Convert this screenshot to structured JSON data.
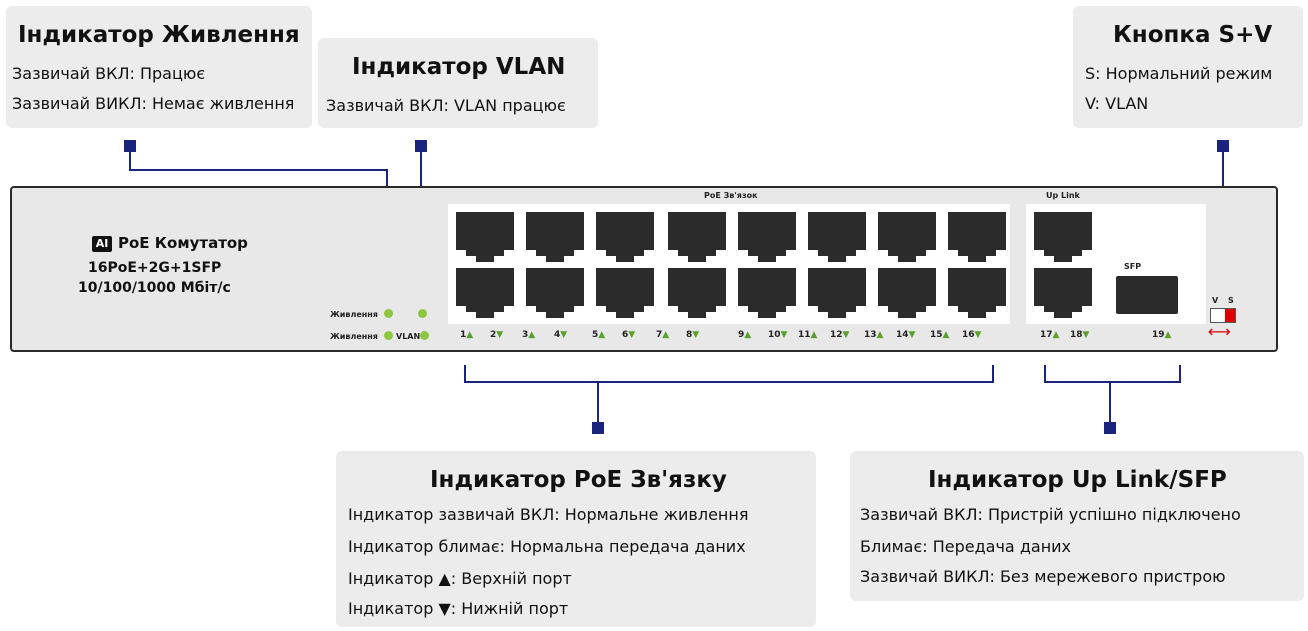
{
  "callouts": {
    "power": {
      "title": "Індикатор Живлення",
      "lines": [
        "Зазвичай ВКЛ: Працює",
        "Зазвичай ВИКЛ: Немає живлення"
      ]
    },
    "vlan": {
      "title": "Індикатор VLAN",
      "lines": [
        "Зазвичай ВКЛ: VLAN працює"
      ]
    },
    "sv_button": {
      "title": "Кнопка S+V",
      "lines": [
        "S: Нормальний режим",
        "V: VLAN"
      ]
    },
    "poe_link": {
      "title": "Індикатор PoE Зв'язку",
      "lines": [
        "Індикатор зазвичай ВКЛ: Нормальне живлення",
        "Індикатор блимає: Нормальна передача даних",
        "Індикатор ▲: Верхній порт",
        "Індикатор ▼: Нижній порт"
      ]
    },
    "uplink": {
      "title": "Індикатор Up Link/SFP",
      "lines": [
        "Зазвичай ВКЛ: Пристрій успішно підключено",
        "Блимає: Передача даних",
        "Зазвичай ВИКЛ: Без мережевого пристрою"
      ]
    }
  },
  "device": {
    "logo": "AI",
    "name": "PoE Комутатор",
    "model": "16PoE+2G+1SFP",
    "speed": "10/100/1000 Мбіт/с",
    "led_label_1": "Живлення",
    "led_label_2": "Живлення",
    "led_label_vlan": "VLAN",
    "poe_group_label": "PoE Зв'язок",
    "uplink_group_label": "Up Link",
    "sfp_label": "SFP",
    "switch_v": "V",
    "switch_s": "S",
    "ports": [
      {
        "num": "1",
        "arrow": "▲"
      },
      {
        "num": "2",
        "arrow": "▼"
      },
      {
        "num": "3",
        "arrow": "▲"
      },
      {
        "num": "4",
        "arrow": "▼"
      },
      {
        "num": "5",
        "arrow": "▲"
      },
      {
        "num": "6",
        "arrow": "▼"
      },
      {
        "num": "7",
        "arrow": "▲"
      },
      {
        "num": "8",
        "arrow": "▼"
      },
      {
        "num": "9",
        "arrow": "▲"
      },
      {
        "num": "10",
        "arrow": "▼"
      },
      {
        "num": "11",
        "arrow": "▲"
      },
      {
        "num": "12",
        "arrow": "▼"
      },
      {
        "num": "13",
        "arrow": "▲"
      },
      {
        "num": "14",
        "arrow": "▼"
      },
      {
        "num": "15",
        "arrow": "▲"
      },
      {
        "num": "16",
        "arrow": "▼"
      },
      {
        "num": "17",
        "arrow": "▲"
      },
      {
        "num": "18",
        "arrow": "▼"
      },
      {
        "num": "19",
        "arrow": "▲"
      }
    ]
  },
  "colors": {
    "led": "#8dc63f",
    "connector": "#1a237e",
    "port": "#2b2b2b",
    "toggle": "#e00000"
  }
}
